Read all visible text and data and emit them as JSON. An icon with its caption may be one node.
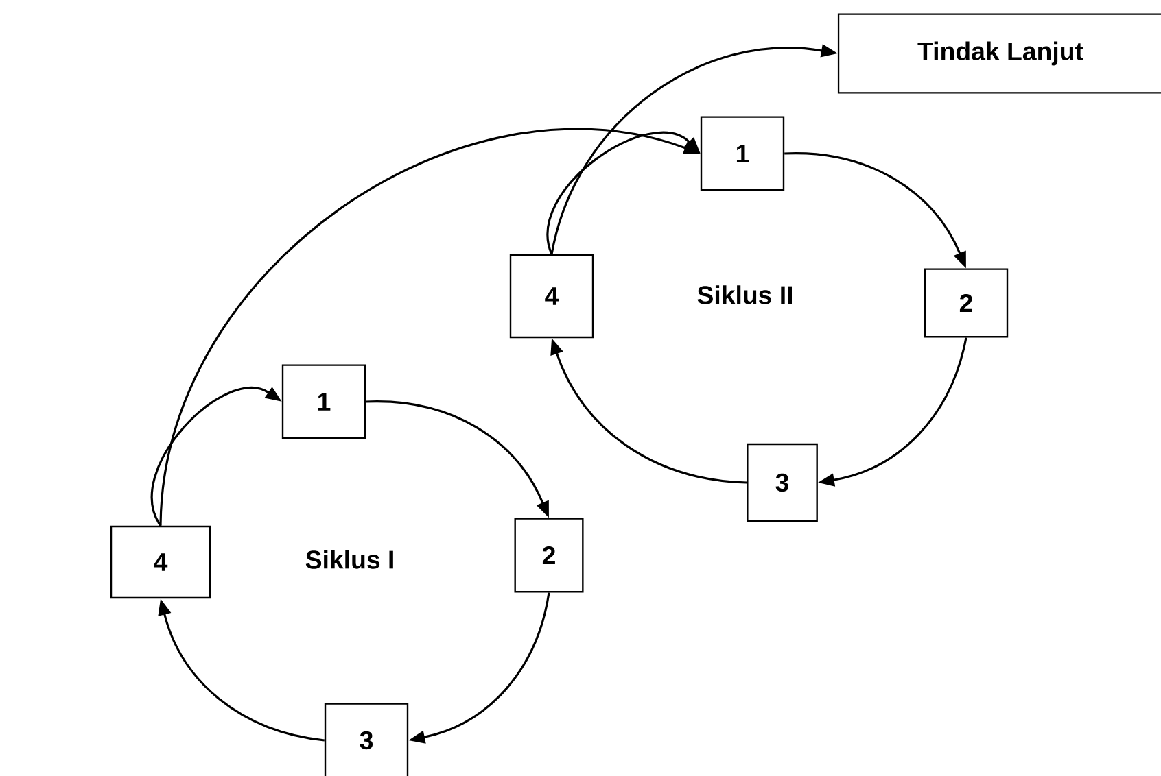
{
  "diagram": {
    "nodes": [
      {
        "text": [
          "1"
        ]
      },
      {
        "text": [
          "2"
        ]
      },
      {
        "text": [
          "3"
        ]
      },
      {
        "text": [
          "4"
        ]
      },
      {
        "text": [
          "1"
        ]
      },
      {
        "text": [
          "2"
        ]
      },
      {
        "text": [
          "3"
        ]
      },
      {
        "text": [
          "4"
        ]
      },
      {
        "text": [
          "Tindak Lanjut"
        ]
      }
    ],
    "edges": [
      {
        "from": 0,
        "to": 1,
        "arrow": "to"
      },
      {
        "from": 1,
        "to": 2,
        "arrow": "to"
      },
      {
        "from": 2,
        "to": 3,
        "arrow": "to"
      },
      {
        "from": 3,
        "to": 0,
        "arrow": "to"
      },
      {
        "from": 3,
        "to": 4,
        "arrow": "to"
      },
      {
        "from": 4,
        "to": 5,
        "arrow": "to"
      },
      {
        "from": 5,
        "to": 6,
        "arrow": "to"
      },
      {
        "from": 6,
        "to": 7,
        "arrow": "to"
      },
      {
        "from": 7,
        "to": 4,
        "arrow": "to"
      },
      {
        "from": 7,
        "to": 8,
        "arrow": "to"
      }
    ],
    "labels": [
      "Siklus I",
      "Siklus II"
    ]
  }
}
